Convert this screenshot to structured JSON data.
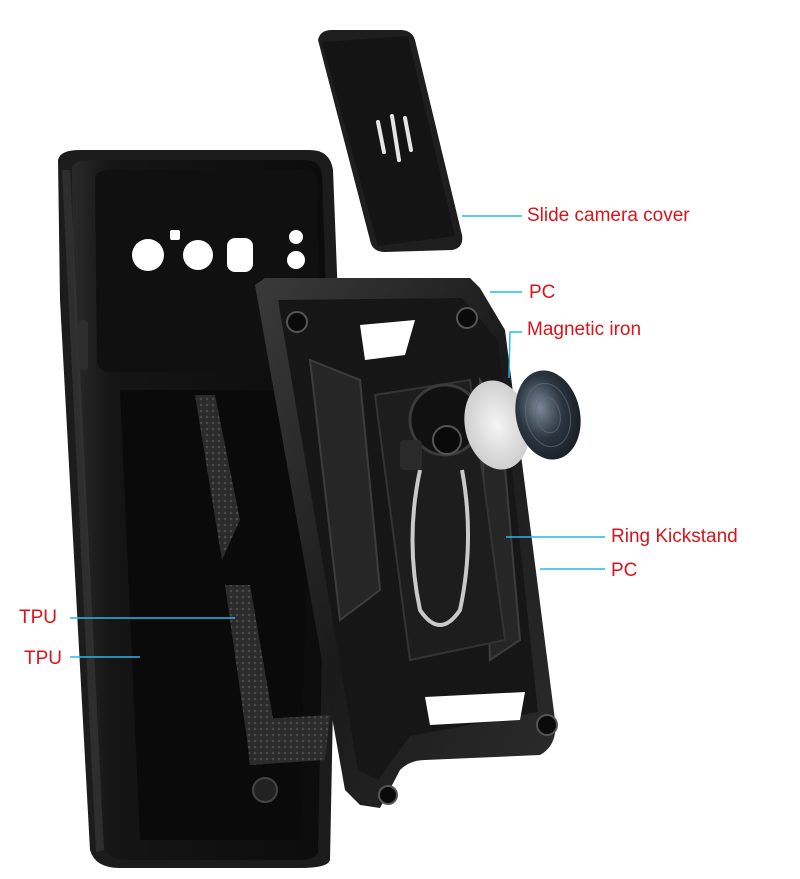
{
  "labels": {
    "slide_camera_cover": "Slide camera cover",
    "pc_top": "PC",
    "magnetic_iron": "Magnetic iron",
    "ring_kickstand": "Ring Kickstand",
    "pc_bottom": "PC",
    "tpu_1": "TPU",
    "tpu_2": "TPU"
  },
  "colors": {
    "label_text": "#d9141b",
    "leader_line": "#29b6e8",
    "case_black": "#1b1b1b",
    "case_dark": "#0e0e0e"
  }
}
